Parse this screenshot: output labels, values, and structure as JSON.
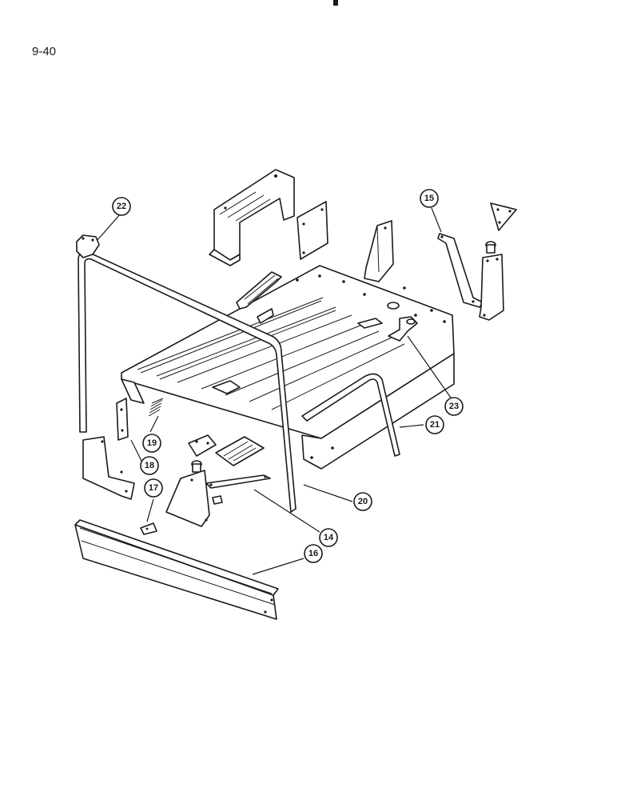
{
  "page": {
    "number": "9-40"
  },
  "callouts": [
    {
      "id": "14",
      "label": "14"
    },
    {
      "id": "15",
      "label": "15"
    },
    {
      "id": "16",
      "label": "16"
    },
    {
      "id": "17",
      "label": "17"
    },
    {
      "id": "18",
      "label": "18"
    },
    {
      "id": "19",
      "label": "19"
    },
    {
      "id": "20",
      "label": "20"
    },
    {
      "id": "21",
      "label": "21"
    },
    {
      "id": "22",
      "label": "22"
    },
    {
      "id": "23",
      "label": "23"
    }
  ]
}
